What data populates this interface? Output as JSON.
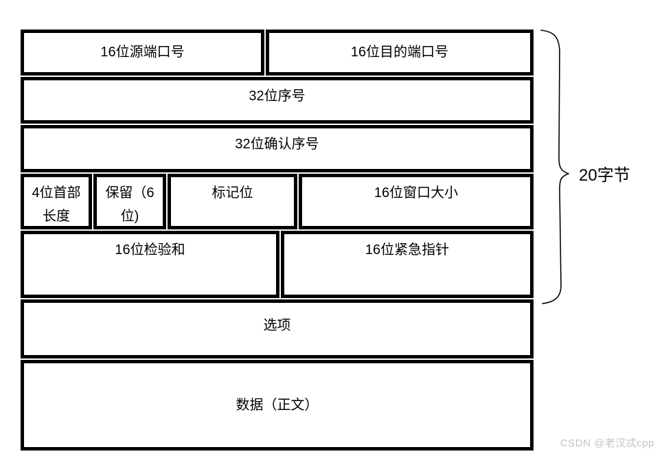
{
  "diagram": {
    "type": "tcp-header-structure",
    "rows": [
      {
        "cells": [
          {
            "label": "16位源端口号"
          },
          {
            "label": "16位目的端口号"
          }
        ]
      },
      {
        "cells": [
          {
            "label": "32位序号"
          }
        ]
      },
      {
        "cells": [
          {
            "label": "32位确认序号"
          }
        ]
      },
      {
        "cells": [
          {
            "label": "4位首部\n长度"
          },
          {
            "label": "保留（6\n位)"
          },
          {
            "label": "标记位"
          },
          {
            "label": "16位窗口大小"
          }
        ]
      },
      {
        "cells": [
          {
            "label": "16位检验和"
          },
          {
            "label": "16位紧急指针"
          }
        ]
      },
      {
        "cells": [
          {
            "label": "选项"
          }
        ]
      },
      {
        "cells": [
          {
            "label": "数据（正文）"
          }
        ]
      }
    ],
    "annotation": {
      "brace_label": "20字节"
    },
    "watermark": "CSDN @老汉忒cpp",
    "colors": {
      "border": "#000000",
      "text": "#000000",
      "watermark_text": "#c3c3c3",
      "background": "#ffffff"
    }
  }
}
